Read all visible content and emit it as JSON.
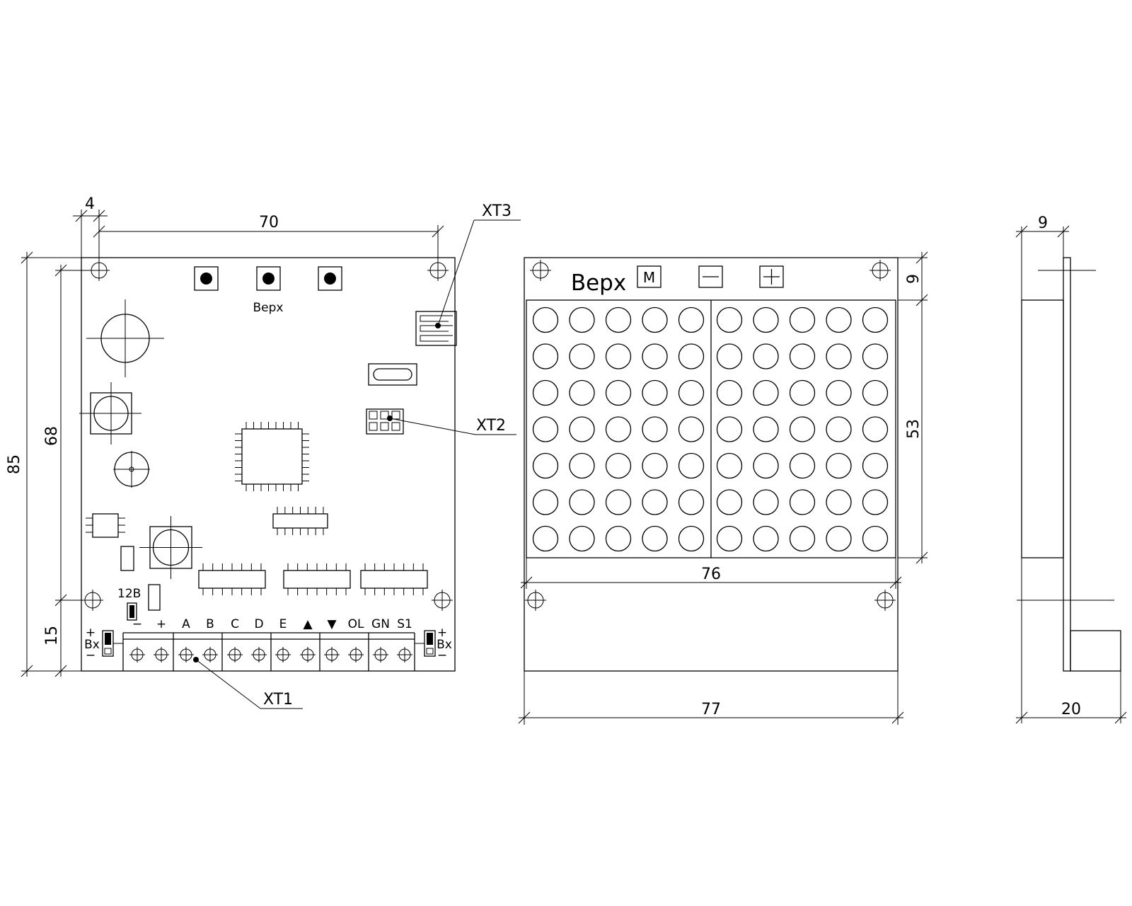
{
  "board": {
    "top_label": "Верх",
    "supply_label": "12В",
    "terminal_labels": [
      "−",
      "+",
      "A",
      "B",
      "C",
      "D",
      "E",
      "▲",
      "▼",
      "OL",
      "GN",
      "S1"
    ],
    "left_input": [
      "+",
      "Вх",
      "−"
    ],
    "right_input": [
      "+",
      "Вх",
      "−"
    ]
  },
  "front": {
    "top_label": "Верх",
    "buttons": [
      "M",
      "−",
      "+"
    ],
    "led_rows": 7,
    "led_cols": 10
  },
  "callouts": {
    "xt1": "XT1",
    "xt2": "XT2",
    "xt3": "XT3"
  },
  "dimensions": {
    "board_offset": "4",
    "board_hole_span": "70",
    "board_height": "85",
    "board_hole_height": "68",
    "board_terminal_height": "15",
    "front_top": "9",
    "front_matrix_height": "53",
    "front_matrix_width": "76",
    "front_width": "77",
    "side_top": "9",
    "side_depth": "20"
  }
}
